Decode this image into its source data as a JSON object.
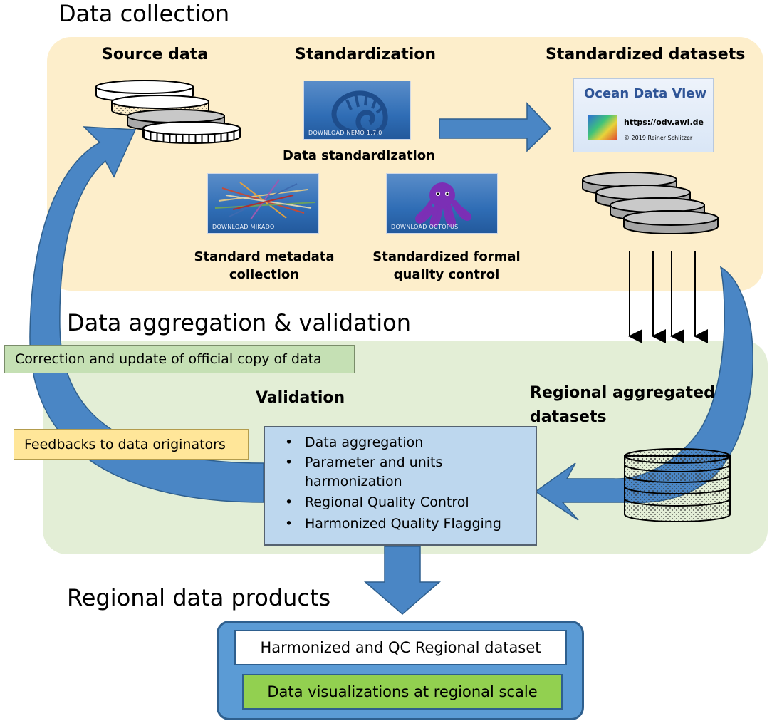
{
  "sections": {
    "collection": "Data collection",
    "aggregation": "Data aggregation & validation",
    "products": "Regional data products"
  },
  "collection": {
    "source_data": "Source data",
    "standardization": "Standardization",
    "standardized_datasets": "Standardized datasets",
    "nemo_caption": "DOWNLOAD NEMO 1.7.0",
    "data_standardization": "Data standardization",
    "mikado_caption": "DOWNLOAD MIKADO",
    "octopus_caption": "DOWNLOAD OCTOPUS",
    "metadata_line1": "Standard metadata",
    "metadata_line2": "collection",
    "qc_line1": "Standardized formal",
    "qc_line2": "quality control",
    "odv_title": "Ocean Data View",
    "odv_url": "https://odv.awi.de",
    "odv_copyright": "© 2019 Reiner Schlitzer"
  },
  "aggregation": {
    "correction_tag": "Correction and update of official copy of data",
    "feedback_tag": "Feedbacks to data originators",
    "validation_title": "Validation",
    "regional_line1": "Regional aggregated",
    "regional_line2": "datasets",
    "validation_items": [
      "Data aggregation",
      "Parameter and units",
      "harmonization",
      "Regional Quality Control",
      "Harmonized Quality Flagging"
    ]
  },
  "products": {
    "harmonized": "Harmonized and QC Regional dataset",
    "visualizations": "Data visualizations at regional scale"
  },
  "colors": {
    "collection_panel": "#fdeecb",
    "aggregation_panel": "#e3eed6",
    "arrow_blue": "#4a86c5",
    "correction_tag": "#c5e0b4",
    "feedback_tag": "#ffe699",
    "validation_box": "#bdd7ee",
    "output_frame": "#5b9bd5",
    "visualization_box": "#92d050"
  }
}
